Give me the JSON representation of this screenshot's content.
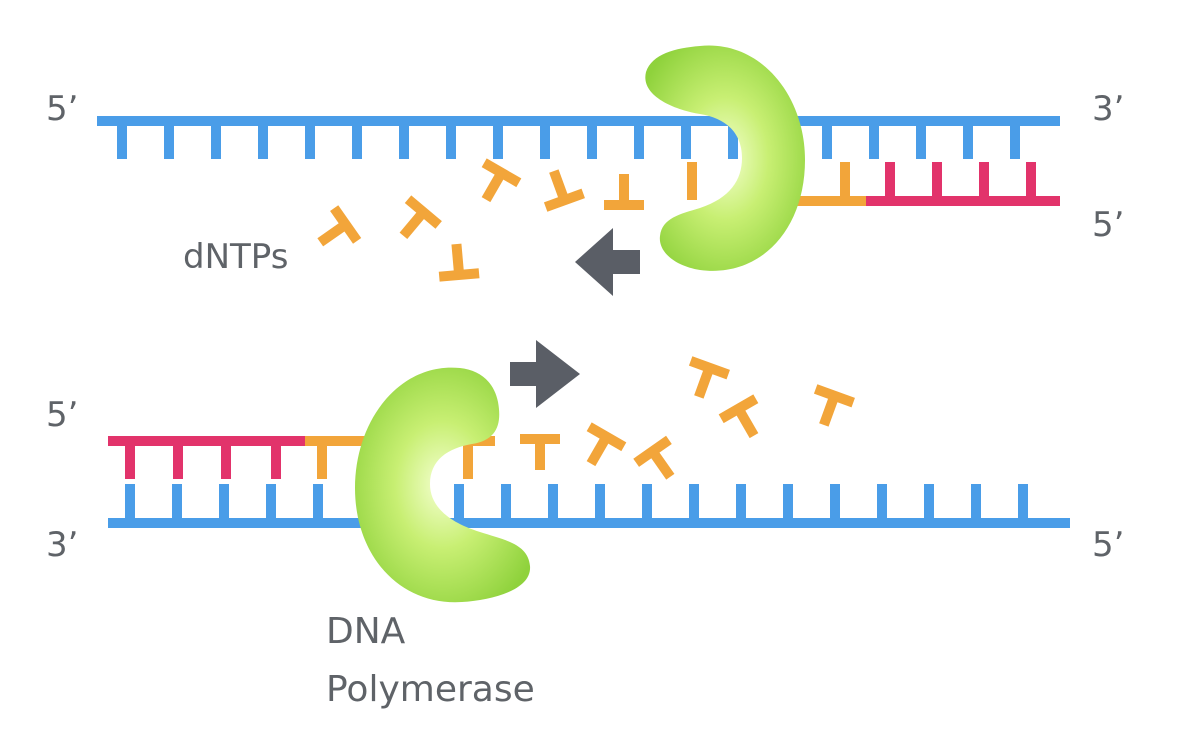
{
  "labels": {
    "top_strand_left": "5’",
    "top_strand_right": "3’",
    "top_new_strand_right": "5’",
    "bottom_new_strand_left": "5’",
    "bottom_strand_left": "3’",
    "bottom_strand_right": "5’",
    "dntps": "dNTPs",
    "enzyme_line1": "DNA",
    "enzyme_line2": "Polymerase"
  },
  "colors": {
    "template_strand": "#4a9de8",
    "primer": "#e2336b",
    "new_nucleotides": "#f2a53a",
    "polymerase": "#9dd84a",
    "arrow": "#5a5e66",
    "text": "#5f6368"
  },
  "icons": {
    "polymerase": "polymerase-enzyme-icon",
    "direction_arrow": "arrow-icon",
    "nucleotide": "dntp-t-icon"
  }
}
